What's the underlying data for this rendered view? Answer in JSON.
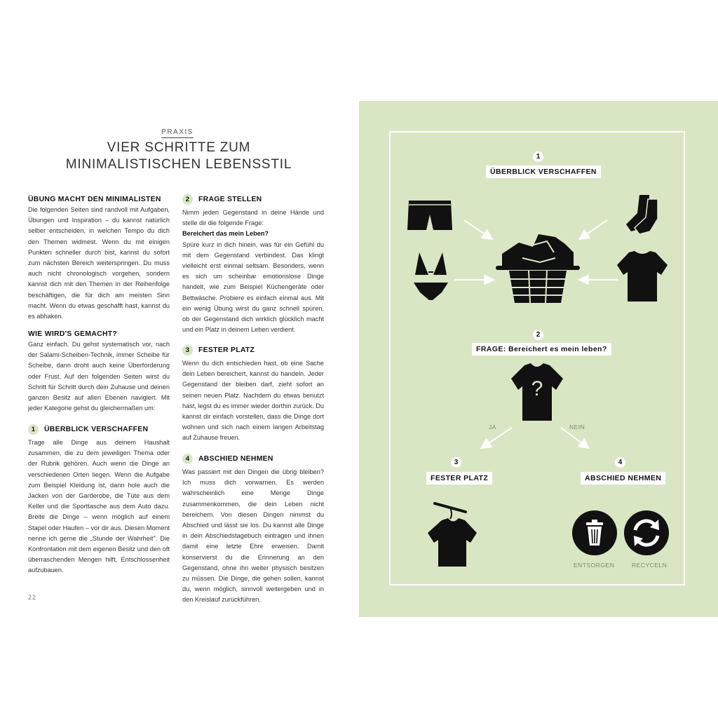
{
  "left_page": {
    "kicker": "PRAXIS",
    "title_line1": "VIER SCHRITTE ZUM",
    "title_line2": "MINIMALISTISCHEN LEBENSSTIL",
    "page_number": "22",
    "col1": {
      "h1": "ÜBUNG MACHT DEN MINIMALISTEN",
      "p1": "Die folgenden Seiten sind randvoll mit Aufgaben, Übungen und Inspiration – du kannst natürlich selber entscheiden, in welchen Tempo du dich den Themen widmest. Wenn du mit einigen Punkten schneller durch bist, kannst du sofort zum nächsten Bereich weiterspringen. Du muss auch nicht chronologisch vorgehen, sondern kannst dich mit den Themen in der Reihenfolge beschäftigen, die für dich am meisten Sinn macht. Wenn du etwas geschafft hast, kannst du es abhaken.",
      "h2": "WIE WIRD'S GEMACHT?",
      "p2": "Ganz einfach. Du gehst systematisch vor, nach der Salami-Scheiben-Technik, immer Scheibe für Scheibe, dann droht auch keine Überforderung oder Frust. Auf den folgenden Seiten wirst du Schritt für Schritt durch dein Zuhause und deinen ganzen Besitz auf allen Ebenen navigiert. Mit jeder Kategorie gehst du gleichermaßen um:",
      "s1_num": "1",
      "s1_title": "ÜBERBLICK VERSCHAFFEN",
      "p3": "Trage alle Dinge aus deinem Haushalt zusammen, die zu dem jeweiligen Thema oder der Rubrik gehören. Auch wenn die Dinge an verschiedenen Orten liegen. Wenn die Aufgabe zum Beispiel Kleidung ist, dann hole auch die Jacken von der Garderobe, die Tüte aus dem Keller und die Sporttasche aus dem Auto dazu. Breite die Dinge – wenn möglich auf einem Stapel oder Haufen – vor dir aus. Diesen Moment nenne ich gerne die „Stunde der Wahrheit\". Die Konfrontation mit dem eigenen Besitz und den oft überraschenden Mengen hilft, Entschlossenheit aufzubauen."
    },
    "col2": {
      "s2_num": "2",
      "s2_title": "FRAGE STELLEN",
      "p1": "Nimm jeden Gegenstand in deine Hände und stelle dir die folgende Frage:",
      "question": "Bereichert das mein Leben?",
      "p2": "Spüre kurz in dich hinein, was für ein Gefühl du mit dem Gegenstand verbindest. Das klingt vielleicht erst einmal seltsam. Besonders, wenn es sich um scheinbar emotionslose Dinge handelt, wie zum Beispiel Küchengeräte oder Bettwäsche. Probiere es einfach einmal aus. Mit ein wenig Übung wirst du ganz schnell spüren, ob der Gegenstand dich wirklich glücklich macht und ein Platz in deinem Leben verdient.",
      "s3_num": "3",
      "s3_title": "FESTER PLATZ",
      "p3": "Wenn du dich entschieden hast, ob eine Sache dein Leben bereichert, kannst du handeln. Jeder Gegenstand der bleiben darf, zieht sofort an seinen neuen Platz. Nachdem du etwas benutzt hast, legst du es immer wieder dorthin zurück. Du kannst dir einfach vorstellen, dass die Dinge dort wohnen und sich nach einem langen Arbeitstag auf Zuhause freuen.",
      "s4_num": "4",
      "s4_title": "ABSCHIED NEHMEN",
      "p4": "Was passiert mit den Dingen die übrig bleiben? Ich muss dich vorwarnen. Es werden wahrscheinlich eine Menge Dinge zusammenkommen, die dein Leben nicht bereichern. Von diesen Dingen nimmst du Abschied und lässt sie los. Du kannst alle Dinge in dein Abschiedstagebuch eintragen und ihnen damit eine letzte Ehre erweisen. Damit konservierst du die Erinnerung an den Gegenstand, ohne ihn weiter physisch besitzen zu müssen. Die Dinge, die gehen sollen, kannst du, wenn möglich, sinnvoll weitergeben und in den Kreislauf zurückführen."
    }
  },
  "diagram": {
    "step1_num": "1",
    "step1_label": "ÜBERBLICK VERSCHAFFEN",
    "step2_num": "2",
    "step2_label": "FRAGE: Bereichert es mein leben?",
    "yes": "JA",
    "no": "NEIN",
    "step3_num": "3",
    "step3_label": "FESTER PLATZ",
    "step4_num": "4",
    "step4_label": "ABSCHIED NEHMEN",
    "dispose": "ENTSORGEN",
    "recycle": "RECYCELN",
    "question_mark": "?",
    "colors": {
      "background": "#d8e6c4",
      "frame": "#ffffff",
      "ink": "#111111"
    }
  }
}
